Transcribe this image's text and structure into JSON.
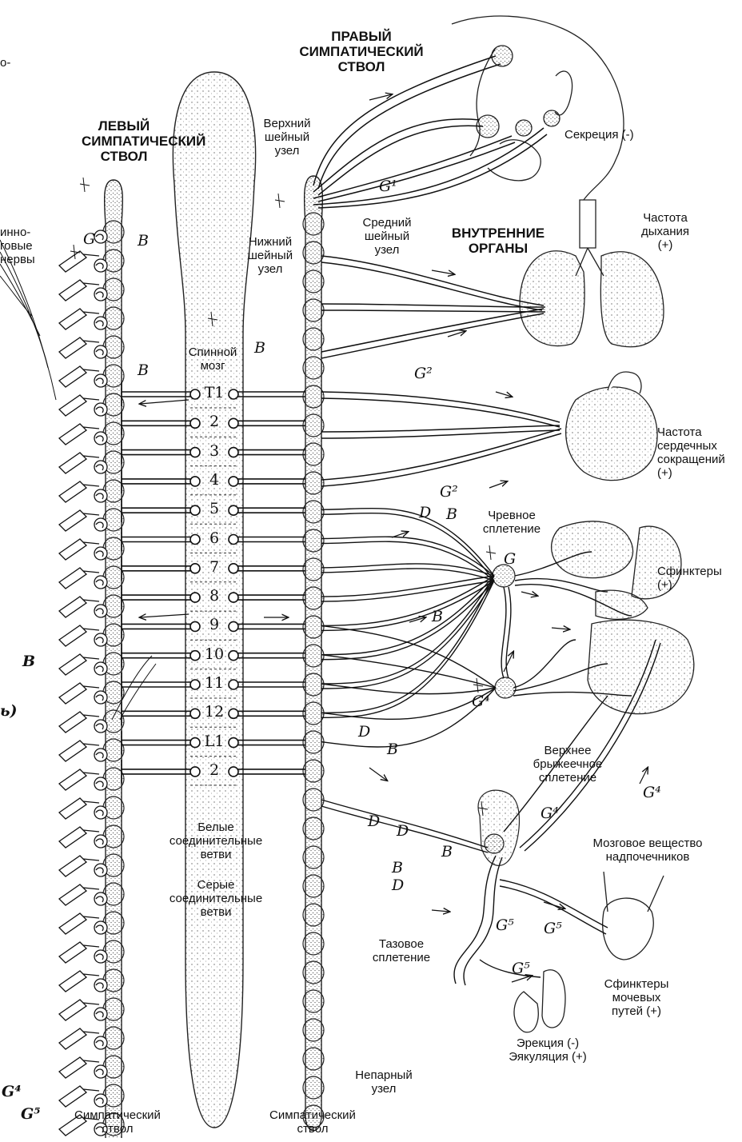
{
  "titles": {
    "left_trunk": [
      "ЛЕВЫЙ",
      "СИМПАТИЧЕСКИЙ",
      "СТВОЛ"
    ],
    "right_trunk": [
      "ПРАВЫЙ",
      "СИМПАТИЧЕСКИЙ",
      "СТВОЛ"
    ],
    "organs": [
      "ВНУТРЕННИЕ",
      "ОРГАНЫ"
    ]
  },
  "labels": {
    "superior_ganglion": [
      "Верхний",
      "шейный",
      "узел"
    ],
    "middle_ganglion": [
      "Средний",
      "шейный",
      "узел"
    ],
    "inferior_ganglion": [
      "Нижний",
      "шейный",
      "узел"
    ],
    "spinal_cord": [
      "Спинной",
      "мозг"
    ],
    "secretion": "Секреция (-)",
    "breath_rate": [
      "Частота",
      "дыхания",
      "(+)"
    ],
    "heart_rate": [
      "Частота",
      "сердечных",
      "сокращений",
      "(+)"
    ],
    "celiac_plexus": [
      "Чревное",
      "сплетение"
    ],
    "sphincters": [
      "Сфинктеры",
      "(+)"
    ],
    "sup_mesenteric": [
      "Верхнее",
      "брыжеечное",
      "сплетение"
    ],
    "adrenal_medulla": [
      "Мозговое вещество",
      "надпочечников"
    ],
    "white_rami": [
      "Белые",
      "соединительные",
      "ветви"
    ],
    "gray_rami": [
      "Серые",
      "соединительные",
      "ветви"
    ],
    "pelvic_plexus": [
      "Тазовое",
      "сплетение"
    ],
    "urinary_sphincters": [
      "Сфинктеры",
      "мочевых",
      "путей (+)"
    ],
    "erection": [
      "Эрекция (-)",
      "Эякуляция (+)"
    ],
    "unpaired_ganglion": [
      "Непарный",
      "узел"
    ],
    "trunk_bottom_left": [
      "Симпатический",
      "ствол"
    ],
    "trunk_bottom_right": [
      "Симпатический",
      "ствол"
    ],
    "spinal_nerves_partial": [
      "инно-",
      "говые",
      "нервы"
    ],
    "top_left_partial": "о-"
  },
  "levels": [
    "T1",
    "2",
    "3",
    "4",
    "5",
    "6",
    "7",
    "8",
    "9",
    "10",
    "11",
    "12",
    "L1",
    "2"
  ],
  "hand_marks": {
    "G": "G",
    "B": "B",
    "D": "D",
    "G1": "G¹",
    "G2": "G²",
    "G4": "G⁴",
    "G5": "G⁵",
    "edge_b": "B",
    "edge_paren": "ь)",
    "edge_g4": "G⁴",
    "edge_g5": "G⁵"
  }
}
